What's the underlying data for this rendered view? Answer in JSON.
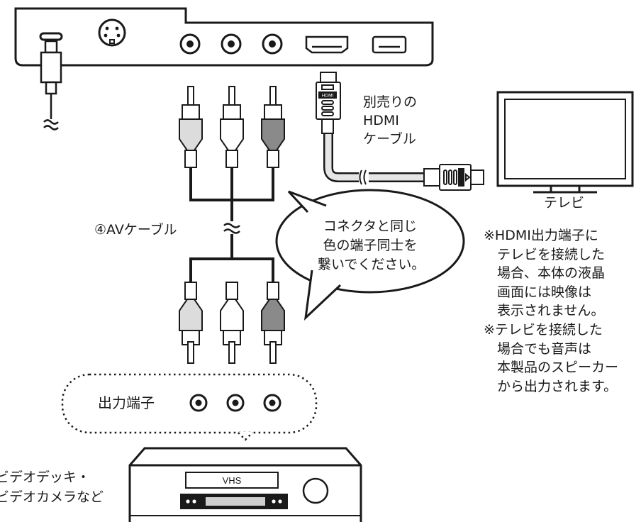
{
  "labels": {
    "hdmi_cable": [
      "別売りの",
      "HDMI",
      "ケーブル"
    ],
    "hdmi_plug_text": "HDMI",
    "tv": "テレビ",
    "av_cable": "④AVケーブル",
    "speech_bubble": [
      "コネクタと同じ",
      "色の端子同士を",
      "繋いでください。"
    ],
    "output_terminal": "出力端子",
    "vcr_label": "VHS",
    "source_devices": [
      "ビデオデッキ・",
      "ビデオカメラなど"
    ]
  },
  "notes": [
    {
      "lines": [
        "※HDMI出力端子に",
        "テレビを接続した",
        "場合、本体の液晶",
        "画面には映像は",
        "表示されません。"
      ]
    },
    {
      "lines": [
        "※テレビを接続した",
        "場合でも音声は",
        "本製品のスピーカー",
        "から出力されます。"
      ]
    }
  ],
  "colors": {
    "line": "#1a1a1a",
    "plug_light_gray": "#dcdcdc",
    "plug_white": "#ffffff",
    "plug_dark_gray": "#8a8a8a",
    "hdmi_cable": "#e6e6e6"
  }
}
